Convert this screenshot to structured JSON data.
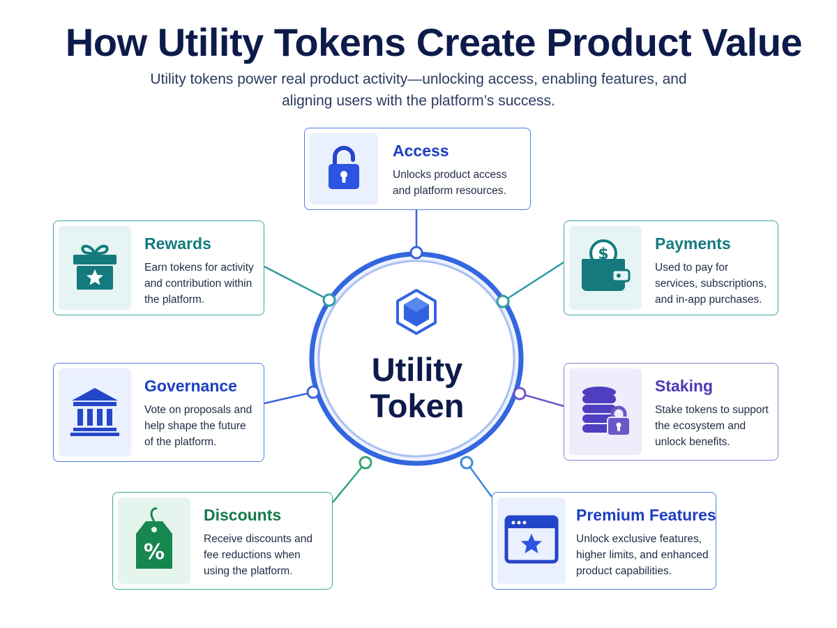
{
  "header": {
    "title": "How Utility Tokens Create Product Value",
    "subtitle": "Utility tokens power real product activity—unlocking access, enabling features, and aligning users with the platform’s success."
  },
  "hub": {
    "line1": "Utility",
    "line2": "Token",
    "icon": "hexagon-token-icon"
  },
  "colors": {
    "navy": "#0d1b4b",
    "blue": "#1d3fbf",
    "teal": "#157a7d",
    "purple": "#4a3ab8",
    "green": "#167a4a",
    "ring": "#3366e0"
  },
  "cards": {
    "access": {
      "title": "Access",
      "desc": "Unlocks product access and platform resources.",
      "icon": "lock-icon"
    },
    "rewards": {
      "title": "Rewards",
      "desc": "Earn tokens for activity and contribution within the platform.",
      "icon": "gift-icon"
    },
    "payments": {
      "title": "Payments",
      "desc": "Used to pay for services, subscriptions, and in-app purchases.",
      "icon": "wallet-icon"
    },
    "governance": {
      "title": "Governance",
      "desc": "Vote on proposals and help shape the future of the platform.",
      "icon": "bank-icon"
    },
    "staking": {
      "title": "Staking",
      "desc": "Stake tokens to support the ecosystem and unlock benefits.",
      "icon": "coin-stack-lock-icon"
    },
    "discounts": {
      "title": "Discounts",
      "desc": "Receive discounts and fee reductions when using the platform.",
      "icon": "price-tag-icon"
    },
    "premium": {
      "title": "Premium Features",
      "desc": "Unlock exclusive features, higher limits, and enhanced product capabilities.",
      "icon": "browser-star-icon"
    }
  }
}
